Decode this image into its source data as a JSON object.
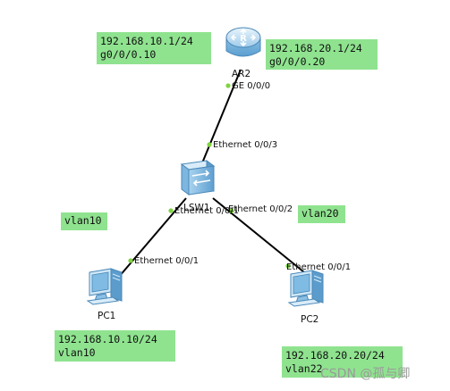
{
  "notes": {
    "ar2_left": {
      "line1": "192.168.10.1/24",
      "line2": "g0/0/0.10"
    },
    "ar2_right": {
      "line1": "192.168.20.1/24",
      "line2": "g0/0/0.20"
    },
    "pc1": {
      "line1": "192.168.10.10/24",
      "line2": "vlan10"
    },
    "pc2": {
      "line1": "192.168.20.20/24",
      "line2": "vlan22"
    },
    "vlan_left": "vlan10",
    "vlan_right": "vlan20"
  },
  "devices": {
    "router": {
      "name": "AR2",
      "icon": "router-icon"
    },
    "switch": {
      "name": "LSW1",
      "icon": "switch-icon"
    },
    "pc1": {
      "name": "PC1",
      "icon": "pc-icon"
    },
    "pc2": {
      "name": "PC2",
      "icon": "pc-icon"
    }
  },
  "ports": {
    "router_ge": "GE 0/0/0",
    "switch_e3": "Ethernet 0/0/3",
    "switch_e1": "Ethernet 0/0/1",
    "switch_e2": "Ethernet 0/0/2",
    "pc1_e1": "Ethernet 0/0/1",
    "pc2_e1": "Ethernet 0/0/1"
  },
  "colors": {
    "note_bg": "#8fe38f",
    "link": "#000000",
    "port_dot": "#7fd33f"
  },
  "watermark": "CSDN @孤与卿"
}
